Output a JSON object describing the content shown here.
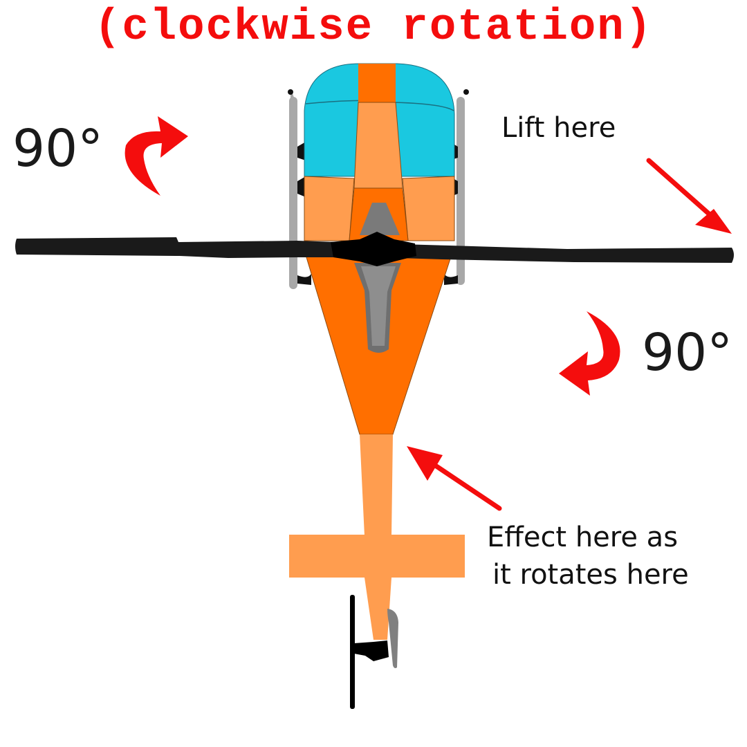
{
  "title": "(clockwise rotation)",
  "labels": {
    "left_angle": "90°",
    "right_angle": "90°",
    "lift": "Lift here",
    "effect_line1": "Effect here as",
    "effect_line2": "it rotates here"
  },
  "icons": {
    "left_curved_arrow": "curved-arrow-up-right",
    "right_curved_arrow": "curved-arrow-down-left",
    "lift_pointer": "arrow-down-right",
    "effect_pointer": "arrow-up-left"
  },
  "colors": {
    "accent_red": "#f40d0d",
    "text_dark": "#1a1a1a",
    "canopy_cyan": "#1ac8e0",
    "body_orange": "#ff6f00",
    "body_light_orange": "#ff9d4f",
    "rotor_black": "#1a1a1a",
    "skid_gray": "#a8a8a8",
    "engine_gray": "#7a7a7a"
  }
}
